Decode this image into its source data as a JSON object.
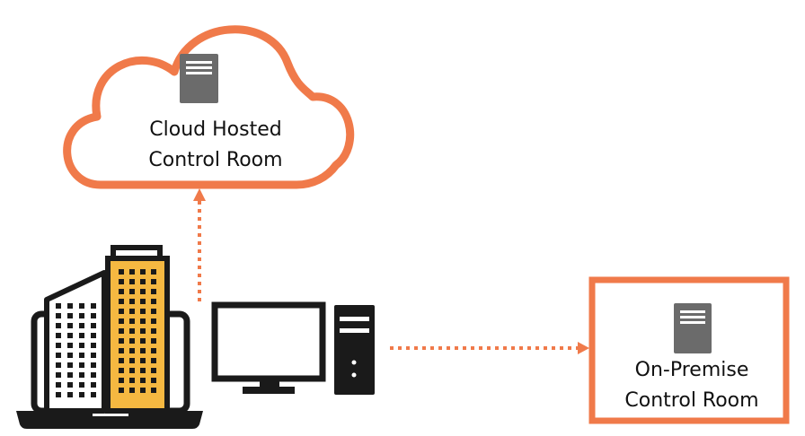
{
  "colors": {
    "accent": "#f07a4a",
    "server": "#6b6b6b",
    "building": "#f5b841",
    "outline": "#1a1a1a"
  },
  "cloud": {
    "icon": "server-icon",
    "label_line1": "Cloud Hosted",
    "label_line2": "Control Room"
  },
  "onprem": {
    "icon": "server-icon",
    "label_line1": "On-Premise",
    "label_line2": "Control Room"
  },
  "client": {
    "icons": [
      "laptop-icon",
      "office-building-icon",
      "desktop-monitor-icon",
      "pc-tower-icon"
    ]
  }
}
